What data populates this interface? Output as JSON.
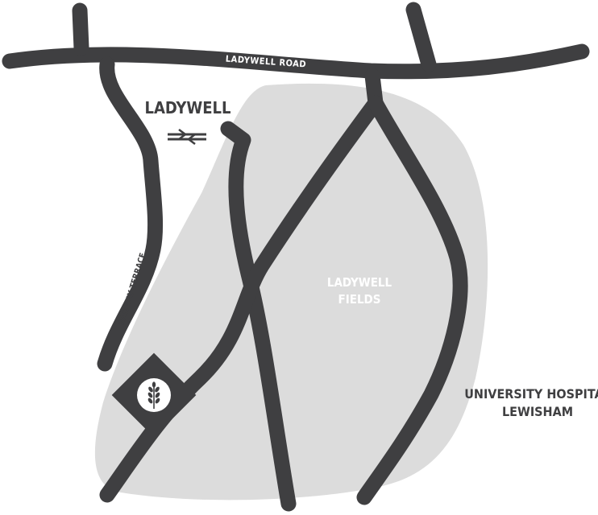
{
  "map": {
    "roads": {
      "ladywell_road": "LADYWELL ROAD",
      "railway_terrace": "RAILWAY TERRACE"
    },
    "places": {
      "station": "LADYWELL",
      "park_line1": "LADYWELL",
      "park_line2": "FIELDS",
      "hospital_line1": "UNIVERSITY HOSPITAL",
      "hospital_line2": "LEWISHAM"
    },
    "icons": {
      "station": "national-rail-icon",
      "venue": "wheat-icon"
    },
    "colors": {
      "road": "#3f3f41",
      "park": "#dcdcdc",
      "background": "#ffffff",
      "label": "#3f3f41"
    }
  }
}
